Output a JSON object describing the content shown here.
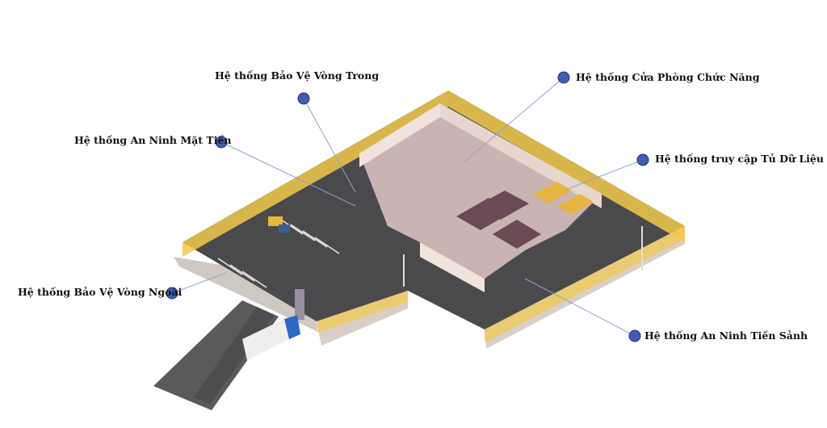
{
  "labels": {
    "inner_protection": "Hệ thống Bảo Vệ Vòng Trong",
    "function_room_doors": "Hệ thống Cửa Phòng Chức Năng",
    "facade_security": "Hệ thống An Ninh Mặt Tiền",
    "data_cabinet_access": "Hệ thống truy cập Tủ Dữ Liệu",
    "outer_protection": "Hệ thống Bảo Vệ Vòng Ngoài",
    "lobby_security": "Hệ thống An Ninh Tiền Sảnh"
  },
  "colors": {
    "marker": "#3f5fb5",
    "marker_stroke": "#1e3470",
    "leader_line": "#8fa3c8",
    "ground": "#4a4a4d",
    "fence": "#f2c94c",
    "wall": "#efe3dc",
    "room_floor": "#c9b3b3",
    "server_rack": "#6b4a55"
  }
}
